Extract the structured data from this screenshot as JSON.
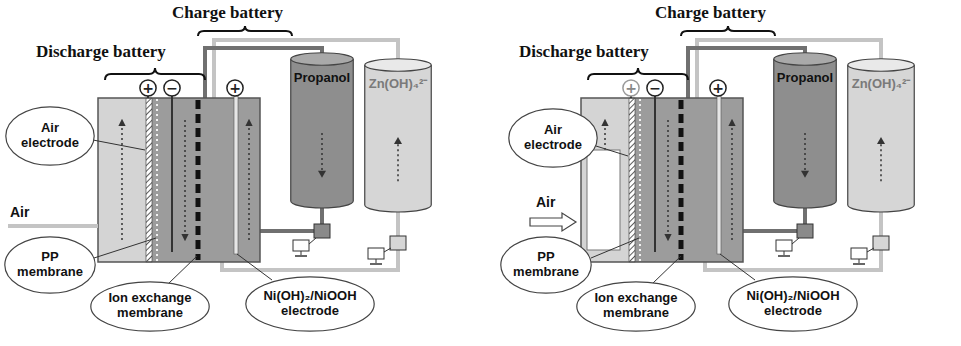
{
  "diagram": {
    "nodes": [
      {
        "text": [
          "+"
        ]
      },
      {
        "text": [
          "−"
        ]
      },
      {
        "text": [
          "+"
        ]
      },
      {
        "text": [
          "Air electrode"
        ]
      },
      {
        "text": [
          "Propanol"
        ]
      },
      {
        "text": [
          "Zn(OH)₄²⁻"
        ]
      },
      {
        "text": [
          "PP membrane"
        ]
      },
      {
        "text": [
          "Ion exchange membrane"
        ]
      },
      {
        "text": [
          "Ni(OH)₂/NiOOH electrode"
        ]
      },
      {
        "text": [
          "+"
        ]
      },
      {
        "text": [
          "−"
        ]
      },
      {
        "text": [
          "+"
        ]
      },
      {
        "text": [
          "Air electrode"
        ]
      },
      {
        "text": [
          "Propanol"
        ]
      },
      {
        "text": [
          "Zn(OH)₄²⁻"
        ]
      },
      {
        "text": [
          "PP membrane"
        ]
      },
      {
        "text": [
          "Ion exchange membrane"
        ]
      },
      {
        "text": [
          "Ni(OH)₂/NiOOH electrode"
        ]
      }
    ],
    "labels": [
      "Charge battery",
      "Discharge battery",
      "Air",
      "Charge battery",
      "Discharge battery",
      "Air"
    ]
  }
}
